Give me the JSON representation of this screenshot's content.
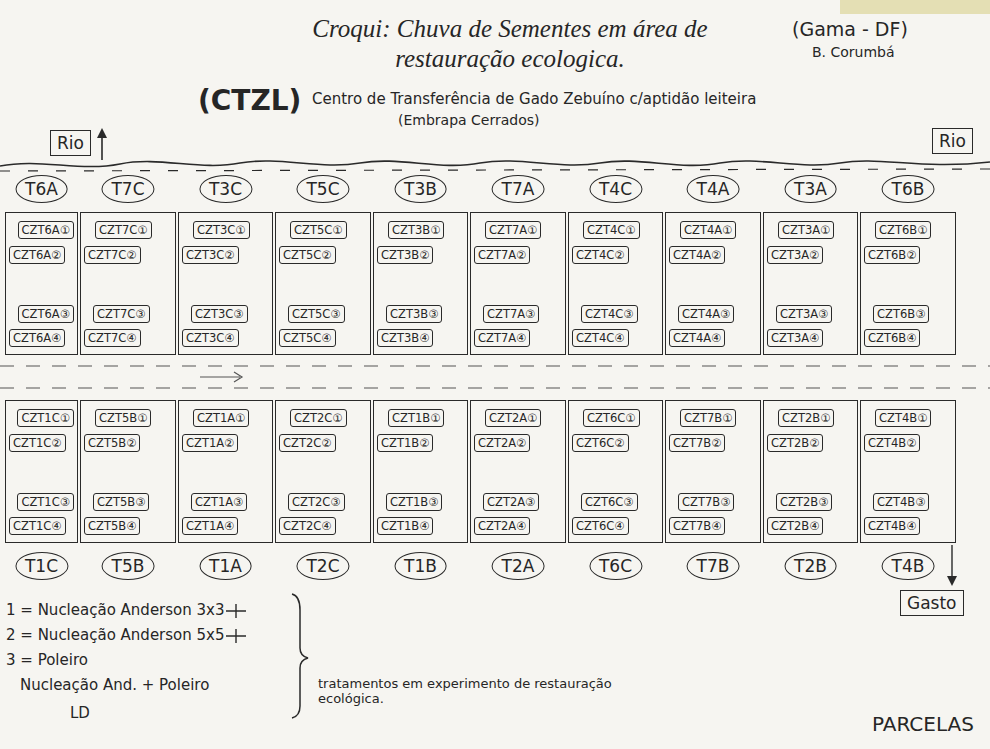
{
  "diagram": {
    "title": "Croqui: Chuva de Sementes em área de restauração ecologica.",
    "nodes": [
      {
        "text": [
          "Rio"
        ]
      },
      {
        "text": [
          "Rio"
        ]
      },
      {
        "text": [
          "T6A"
        ]
      },
      {
        "text": [
          "CZT6A①"
        ],
        "in": 2
      },
      {
        "text": [
          "CZT6A②"
        ],
        "in": 2
      },
      {
        "text": [
          "CZT6A③"
        ],
        "in": 2
      },
      {
        "text": [
          "CZT6A④"
        ],
        "in": 2
      },
      {
        "text": [
          "T7C"
        ]
      },
      {
        "text": [
          "CZT7C①"
        ],
        "in": 7
      },
      {
        "text": [
          "CZT7C②"
        ],
        "in": 7
      },
      {
        "text": [
          "CZT7C③"
        ],
        "in": 7
      },
      {
        "text": [
          "CZT7C④"
        ],
        "in": 7
      },
      {
        "text": [
          "T3C"
        ]
      },
      {
        "text": [
          "CZT3C①"
        ],
        "in": 12
      },
      {
        "text": [
          "CZT3C②"
        ],
        "in": 12
      },
      {
        "text": [
          "CZT3C③"
        ],
        "in": 12
      },
      {
        "text": [
          "CZT3C④"
        ],
        "in": 12
      },
      {
        "text": [
          "T5C"
        ]
      },
      {
        "text": [
          "CZT5C①"
        ],
        "in": 17
      },
      {
        "text": [
          "CZT5C②"
        ],
        "in": 17
      },
      {
        "text": [
          "CZT5C③"
        ],
        "in": 17
      },
      {
        "text": [
          "CZT5C④"
        ],
        "in": 17
      },
      {
        "text": [
          "T3B"
        ]
      },
      {
        "text": [
          "CZT3B①"
        ],
        "in": 22
      },
      {
        "text": [
          "CZT3B②"
        ],
        "in": 22
      },
      {
        "text": [
          "CZT3B③"
        ],
        "in": 22
      },
      {
        "text": [
          "CZT3B④"
        ],
        "in": 22
      },
      {
        "text": [
          "T7A"
        ]
      },
      {
        "text": [
          "CZT7A①"
        ],
        "in": 27
      },
      {
        "text": [
          "CZT7A②"
        ],
        "in": 27
      },
      {
        "text": [
          "CZT7A③"
        ],
        "in": 27
      },
      {
        "text": [
          "CZT7A④"
        ],
        "in": 27
      },
      {
        "text": [
          "T4C"
        ]
      },
      {
        "text": [
          "CZT4C①"
        ],
        "in": 32
      },
      {
        "text": [
          "CZT4C②"
        ],
        "in": 32
      },
      {
        "text": [
          "CZT4C③"
        ],
        "in": 32
      },
      {
        "text": [
          "CZT4C④"
        ],
        "in": 32
      },
      {
        "text": [
          "T4A"
        ]
      },
      {
        "text": [
          "CZT4A①"
        ],
        "in": 37
      },
      {
        "text": [
          "CZT4A②"
        ],
        "in": 37
      },
      {
        "text": [
          "CZT4A③"
        ],
        "in": 37
      },
      {
        "text": [
          "CZT4A④"
        ],
        "in": 37
      },
      {
        "text": [
          "T3A"
        ]
      },
      {
        "text": [
          "CZT3A①"
        ],
        "in": 42
      },
      {
        "text": [
          "CZT3A②"
        ],
        "in": 42
      },
      {
        "text": [
          "CZT3A③"
        ],
        "in": 42
      },
      {
        "text": [
          "CZT3A④"
        ],
        "in": 42
      },
      {
        "text": [
          "T6B"
        ]
      },
      {
        "text": [
          "CZT6B①"
        ],
        "in": 47
      },
      {
        "text": [
          "CZT6B②"
        ],
        "in": 47
      },
      {
        "text": [
          "CZT6B③"
        ],
        "in": 47
      },
      {
        "text": [
          "CZT6B④"
        ],
        "in": 47
      },
      {
        "text": [
          "T1C"
        ]
      },
      {
        "text": [
          "CZT1C①"
        ],
        "in": 52
      },
      {
        "text": [
          "CZT1C②"
        ],
        "in": 52
      },
      {
        "text": [
          "CZT1C③"
        ],
        "in": 52
      },
      {
        "text": [
          "CZT1C④"
        ],
        "in": 52
      },
      {
        "text": [
          "T5B"
        ]
      },
      {
        "text": [
          "CZT5B①"
        ],
        "in": 57
      },
      {
        "text": [
          "CZT5B②"
        ],
        "in": 57
      },
      {
        "text": [
          "CZT5B③"
        ],
        "in": 57
      },
      {
        "text": [
          "CZT5B④"
        ],
        "in": 57
      },
      {
        "text": [
          "T1A"
        ]
      },
      {
        "text": [
          "CZT1A①"
        ],
        "in": 62
      },
      {
        "text": [
          "CZT1A②"
        ],
        "in": 62
      },
      {
        "text": [
          "CZT1A③"
        ],
        "in": 62
      },
      {
        "text": [
          "CZT1A④"
        ],
        "in": 62
      },
      {
        "text": [
          "T2C"
        ]
      },
      {
        "text": [
          "CZT2C①"
        ],
        "in": 67
      },
      {
        "text": [
          "CZT2C②"
        ],
        "in": 67
      },
      {
        "text": [
          "CZT2C③"
        ],
        "in": 67
      },
      {
        "text": [
          "CZT2C④"
        ],
        "in": 67
      },
      {
        "text": [
          "T1B"
        ]
      },
      {
        "text": [
          "CZT1B①"
        ],
        "in": 72
      },
      {
        "text": [
          "CZT1B②"
        ],
        "in": 72
      },
      {
        "text": [
          "CZT1B③"
        ],
        "in": 72
      },
      {
        "text": [
          "CZT1B④"
        ],
        "in": 72
      },
      {
        "text": [
          "T2A"
        ]
      },
      {
        "text": [
          "CZT2A①"
        ],
        "in": 77
      },
      {
        "text": [
          "CZT2A②"
        ],
        "in": 77
      },
      {
        "text": [
          "CZT2A③"
        ],
        "in": 77
      },
      {
        "text": [
          "CZT2A④"
        ],
        "in": 77
      },
      {
        "text": [
          "T6C"
        ]
      },
      {
        "text": [
          "CZT6C①"
        ],
        "in": 82
      },
      {
        "text": [
          "CZT6C②"
        ],
        "in": 82
      },
      {
        "text": [
          "CZT6C③"
        ],
        "in": 82
      },
      {
        "text": [
          "CZT6C④"
        ],
        "in": 82
      },
      {
        "text": [
          "T7B"
        ]
      },
      {
        "text": [
          "CZT7B①"
        ],
        "in": 87
      },
      {
        "text": [
          "CZT7B②"
        ],
        "in": 87
      },
      {
        "text": [
          "CZT7B③"
        ],
        "in": 87
      },
      {
        "text": [
          "CZT7B④"
        ],
        "in": 87
      },
      {
        "text": [
          "T2B"
        ]
      },
      {
        "text": [
          "CZT2B①"
        ],
        "in": 92
      },
      {
        "text": [
          "CZT2B②"
        ],
        "in": 92
      },
      {
        "text": [
          "CZT2B③"
        ],
        "in": 92
      },
      {
        "text": [
          "CZT2B④"
        ],
        "in": 92
      },
      {
        "text": [
          "T4B"
        ]
      },
      {
        "text": [
          "CZT4B①"
        ],
        "in": 97
      },
      {
        "text": [
          "CZT4B②"
        ],
        "in": 97
      },
      {
        "text": [
          "CZT4B③"
        ],
        "in": 97
      },
      {
        "text": [
          "CZT4B④"
        ],
        "in": 97
      },
      {
        "text": [
          "Gasto"
        ]
      }
    ],
    "labels": [
      "(Gama - DF)",
      "B. Corumbá",
      "(CTZL)",
      "Centro de Transferência de Gado Zebuíno c/aptidão leiteira",
      "(Embrapa Cerrados)",
      "1 = Nucleação Anderson 3x3",
      "2 = Nucleação Anderson 5x5",
      "3 = Poleiro",
      "Nucleação And. + Poleiro",
      "LD",
      "tratamentos em experimento de restauração ecológica.",
      "PARCELAS"
    ]
  }
}
